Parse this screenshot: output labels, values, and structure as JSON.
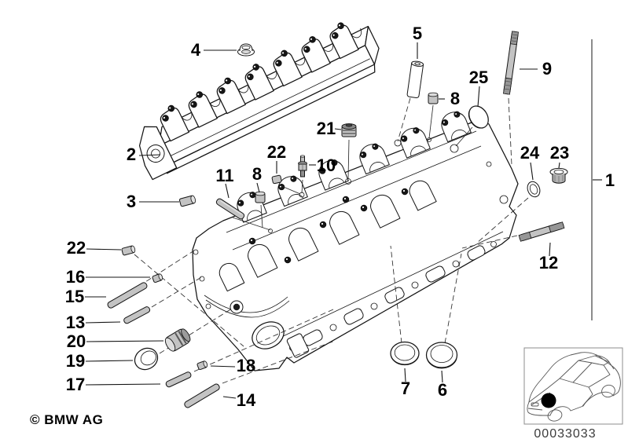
{
  "footer": {
    "copyright": "© BMW AG"
  },
  "plate": {
    "diagram_number": "00033033"
  },
  "colors": {
    "line": "#141414",
    "metal_light": "#c3c3c3",
    "metal_dark": "#8f8f8f",
    "nut": "#161616",
    "background": "#ffffff",
    "plate_text": "#3c3c3c"
  },
  "callouts": [
    {
      "label": "1"
    },
    {
      "label": "2"
    },
    {
      "label": "3"
    },
    {
      "label": "4"
    },
    {
      "label": "5"
    },
    {
      "label": "6"
    },
    {
      "label": "7"
    },
    {
      "label": "8"
    },
    {
      "label": "8"
    },
    {
      "label": "9"
    },
    {
      "label": "10"
    },
    {
      "label": "11"
    },
    {
      "label": "12"
    },
    {
      "label": "13"
    },
    {
      "label": "14"
    },
    {
      "label": "15"
    },
    {
      "label": "16"
    },
    {
      "label": "17"
    },
    {
      "label": "18"
    },
    {
      "label": "19"
    },
    {
      "label": "20"
    },
    {
      "label": "21"
    },
    {
      "label": "22"
    },
    {
      "label": "22"
    },
    {
      "label": "23"
    },
    {
      "label": "24"
    },
    {
      "label": "25"
    }
  ]
}
